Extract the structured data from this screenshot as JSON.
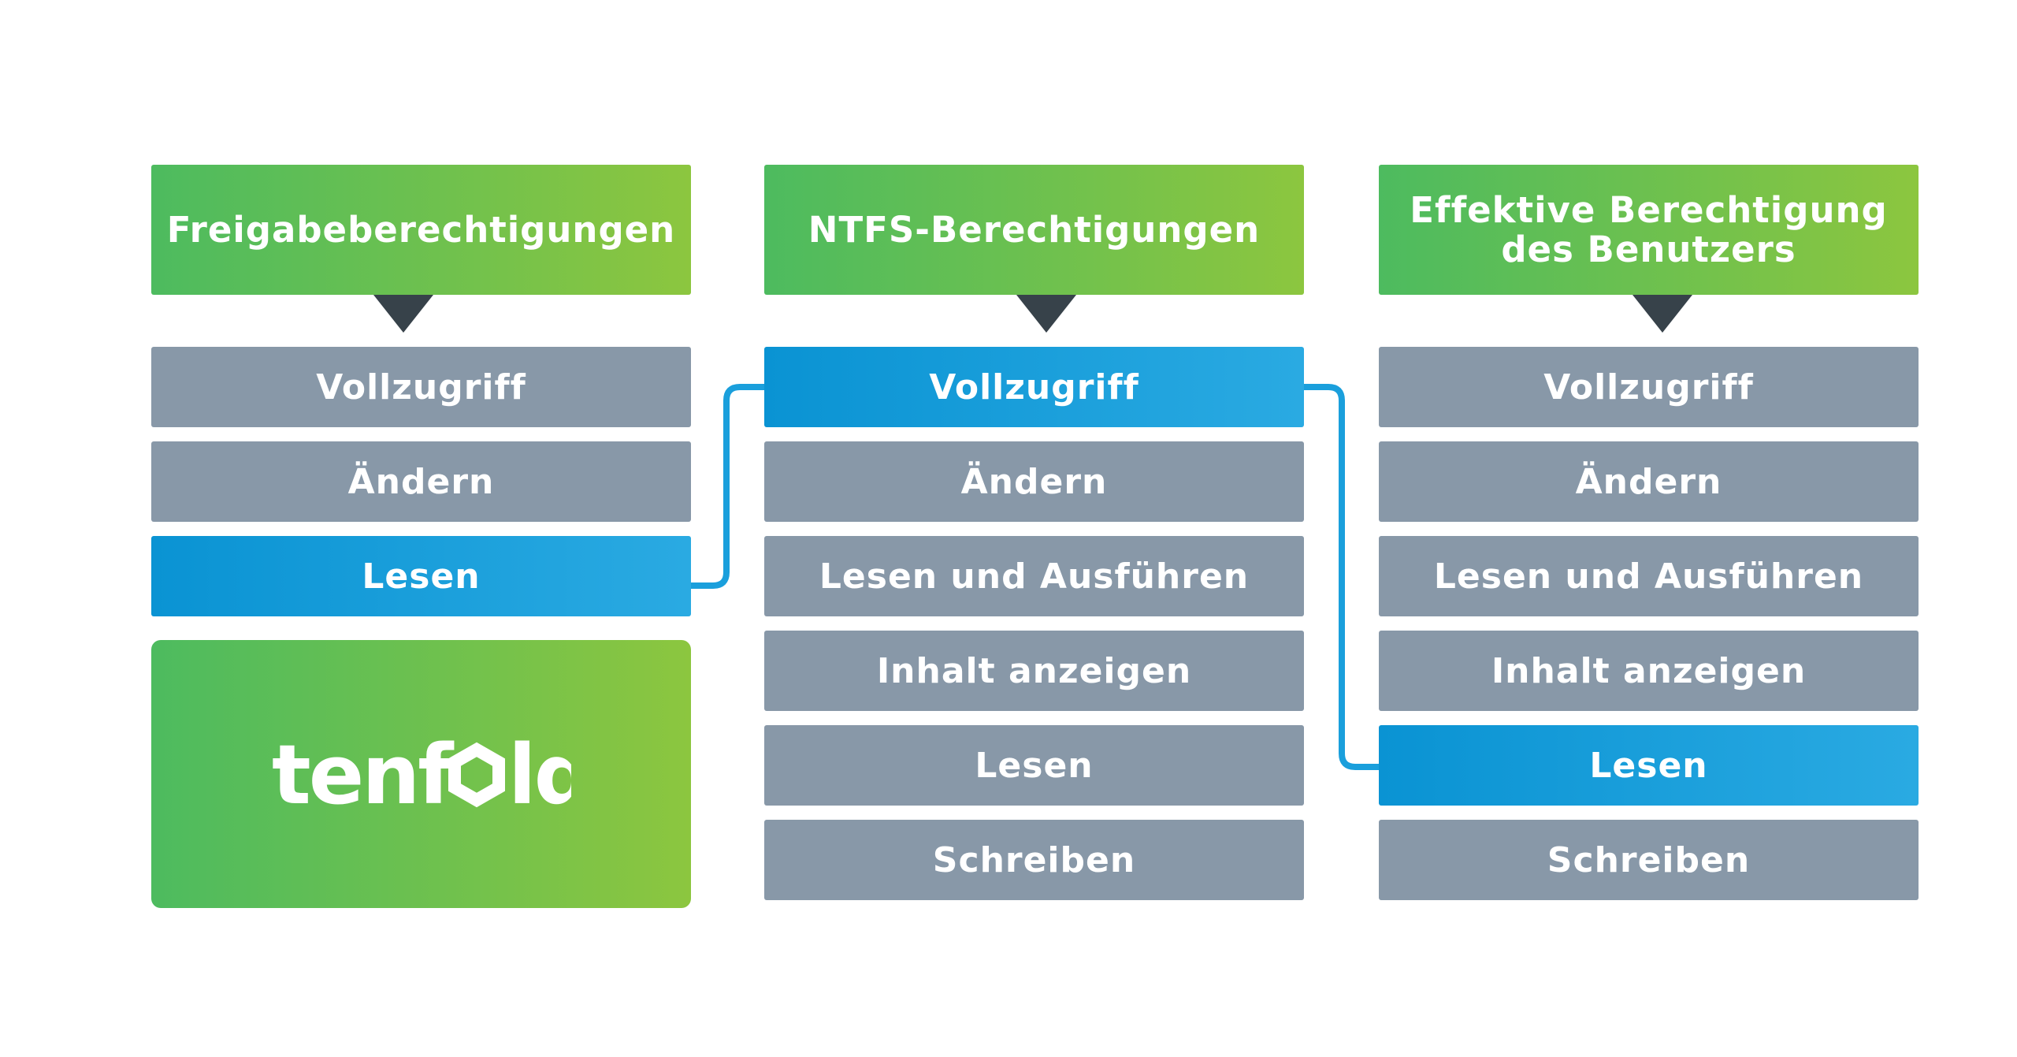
{
  "colors": {
    "header_start": "#4dbb5f",
    "header_end": "#8cc63f",
    "inactive": "#8898a8",
    "active": "#1a9fdc",
    "arrow": "#37424a",
    "connector": "#1a9fdc"
  },
  "columns": [
    {
      "title": "Freigabeberechtigungen",
      "items": [
        {
          "label": "Vollzugriff",
          "active": false
        },
        {
          "label": "Ändern",
          "active": false
        },
        {
          "label": "Lesen",
          "active": true
        }
      ]
    },
    {
      "title": "NTFS-Berechtigungen",
      "items": [
        {
          "label": "Vollzugriff",
          "active": true
        },
        {
          "label": "Ändern",
          "active": false
        },
        {
          "label": "Lesen und Ausführen",
          "active": false
        },
        {
          "label": "Inhalt anzeigen",
          "active": false
        },
        {
          "label": "Lesen",
          "active": false
        },
        {
          "label": "Schreiben",
          "active": false
        }
      ]
    },
    {
      "title": "Effektive Berechtigung\ndes Benutzers",
      "items": [
        {
          "label": "Vollzugriff",
          "active": false
        },
        {
          "label": "Ändern",
          "active": false
        },
        {
          "label": "Lesen und Ausführen",
          "active": false
        },
        {
          "label": "Inhalt anzeigen",
          "active": false
        },
        {
          "label": "Lesen",
          "active": true
        },
        {
          "label": "Schreiben",
          "active": false
        }
      ]
    }
  ],
  "logo": {
    "text": "tenfold"
  }
}
